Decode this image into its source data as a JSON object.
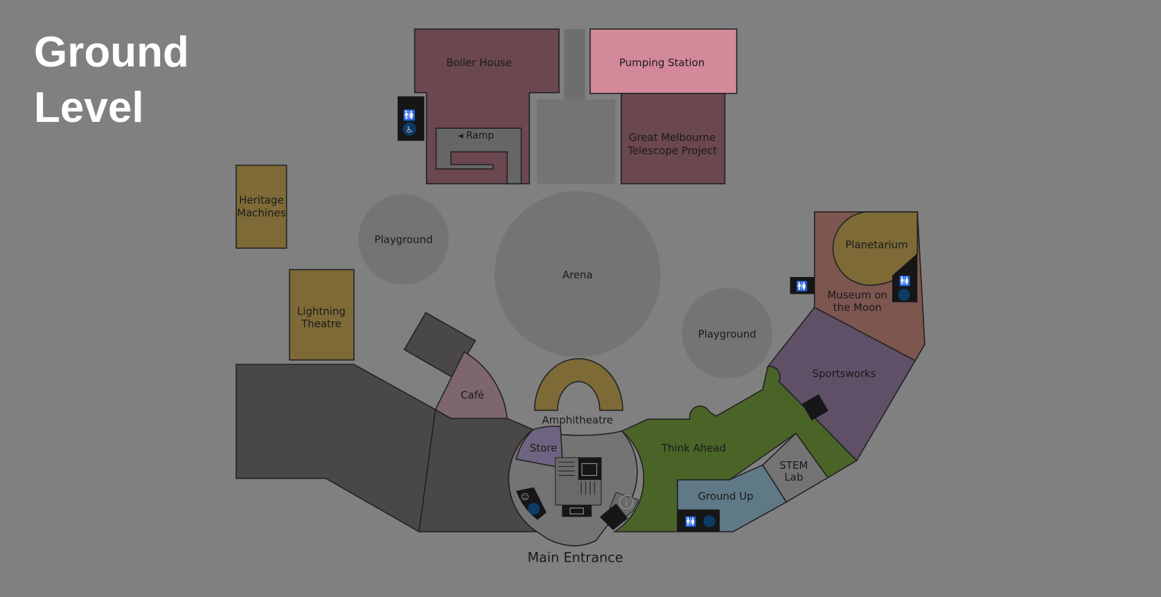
{
  "title": {
    "line1": "Ground",
    "line2": "Level"
  },
  "rooms": {
    "boiler_house": "Boiler House",
    "pumping_station": "Pumping Station",
    "great_melbourne_1": "Great Melbourne",
    "great_melbourne_2": "Telescope Project",
    "ramp": "◂ Ramp",
    "heritage_1": "Heritage",
    "heritage_2": "Machines",
    "lightning_1": "Lightning",
    "lightning_2": "Theatre",
    "playground_left": "Playground",
    "arena": "Arena",
    "playground_right": "Playground",
    "planetarium": "Planetarium",
    "museum_moon_1": "Museum on",
    "museum_moon_2": "the Moon",
    "sportsworks": "Sportsworks",
    "cafe": "Café",
    "amphitheatre": "Amphitheatre",
    "store": "Store",
    "think_ahead": "Think Ahead",
    "stem_lab_1": "STEM",
    "stem_lab_2": "Lab",
    "ground_up": "Ground Up",
    "main_entrance": "Main Entrance"
  },
  "colors": {
    "background": "#808080",
    "boiler": "#6b4750",
    "pumping": "#d4899a",
    "gold": "#7d6a37",
    "dark": "#4a4846",
    "grey_space": "#747474",
    "cafe": "#7d6670",
    "store": "#6e6380",
    "green": "#4a6428",
    "sportsworks": "#5f5068",
    "moon": "#7d5650",
    "ground_up": "#5f7a86",
    "accessible_blue": "#0d3b66"
  }
}
